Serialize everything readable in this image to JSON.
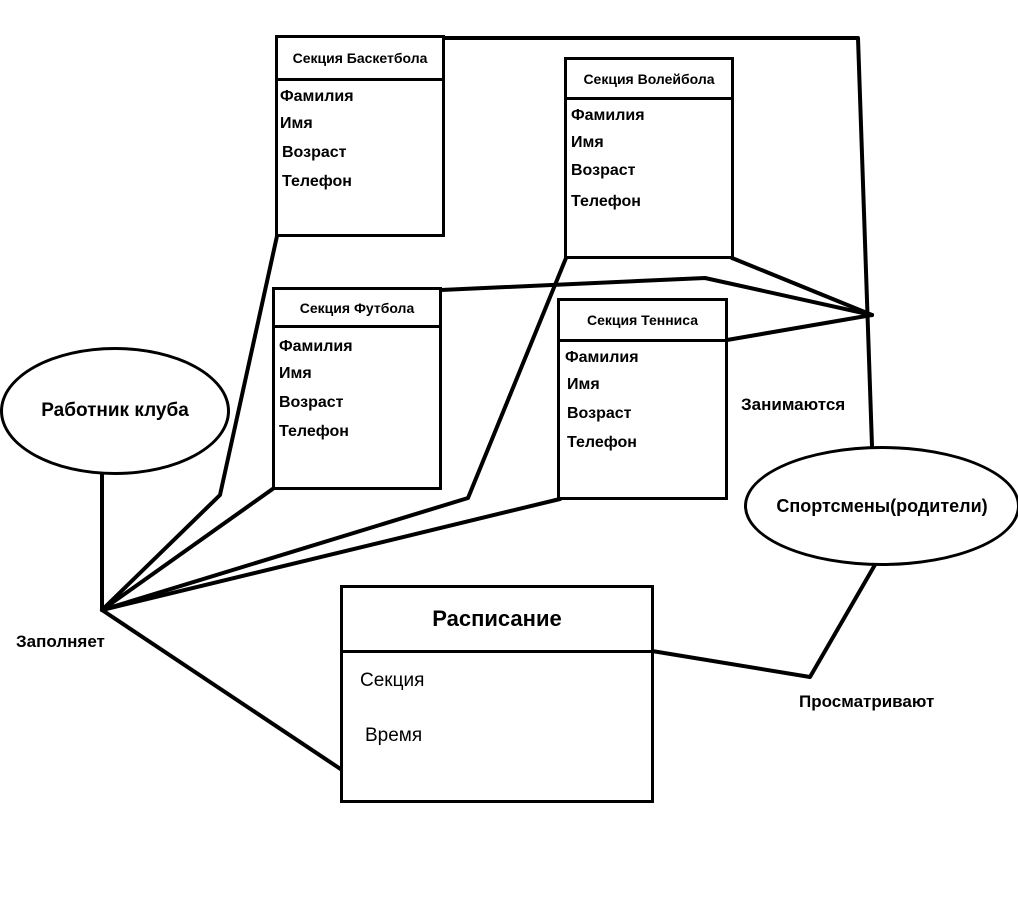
{
  "entities": {
    "basketball": {
      "title": "Секция Баскетбола",
      "fields": [
        "Фамилия",
        "Имя",
        "Возраст",
        "Телефон"
      ]
    },
    "volleyball": {
      "title": "Секция Волейбола",
      "fields": [
        "Фамилия",
        "Имя",
        "Возраст",
        "Телефон"
      ]
    },
    "football": {
      "title": "Секция Футбола",
      "fields": [
        "Фамилия",
        "Имя",
        "Возраст",
        "Телефон"
      ]
    },
    "tennis": {
      "title": "Секция Тенниса",
      "fields": [
        "Фамилия",
        "Имя",
        "Возраст",
        "Телефон"
      ]
    },
    "schedule": {
      "title": "Расписание",
      "fields": [
        "Секция",
        "Время"
      ]
    }
  },
  "actors": {
    "club_worker": "Работник клуба",
    "athletes": "Спортсмены(родители)"
  },
  "relations": {
    "fills": "Заполняет",
    "attend": "Занимаются",
    "view": "Просматривают"
  }
}
